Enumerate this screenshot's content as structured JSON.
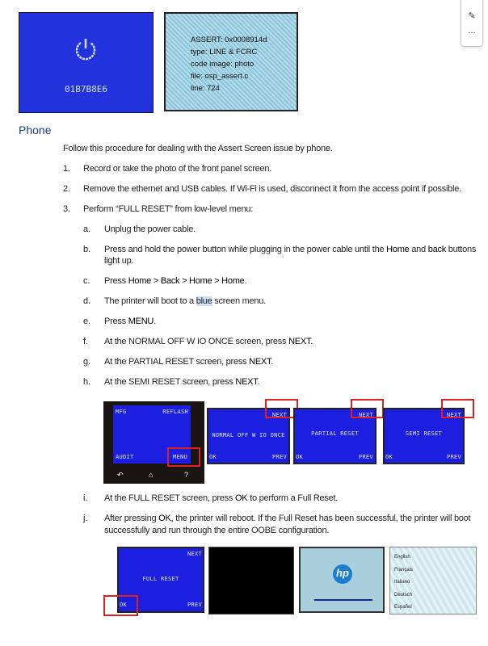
{
  "images_top": {
    "power_screen_code": "01B7B8E6",
    "assert_lines": [
      "ASSERT: 0x0008914d",
      "type: LINE & FCRC",
      "code image: photo",
      "file: osp_assert.c",
      "line: 724"
    ]
  },
  "toolbar": {
    "annotate_icon": "pen-icon",
    "more_label": "..."
  },
  "heading": "Phone",
  "intro": "Follow this procedure for dealing with the Assert Screen issue by phone.",
  "steps": [
    {
      "num": "1.",
      "text": "Record or take the photo of the front panel screen."
    },
    {
      "num": "2.",
      "text": "Remove the ethernet and USB cables. If Wi-Fi is used, disconnect it from the access point if possible."
    },
    {
      "num": "3.",
      "text": "Perform “FULL RESET” from low-level menu:"
    }
  ],
  "substeps": {
    "a": {
      "letter": "a.",
      "text": "Unplug the power cable."
    },
    "b": {
      "letter": "b.",
      "pre": "Press and hold the power button while plugging in the power cable until the ",
      "home": "Home",
      "mid": " and ",
      "back": "back",
      "post": " buttons",
      "line2": "light up."
    },
    "c": {
      "letter": "c.",
      "pre": "Press ",
      "path": "Home > Back > Home > Home",
      "post": "."
    },
    "d": {
      "letter": "d.",
      "pre": "The printer will boot to a ",
      "highlight": "blue",
      "post": " screen menu."
    },
    "e": {
      "letter": "e.",
      "pre": "Press ",
      "key": "MENU",
      "post": "."
    },
    "f": {
      "letter": "f.",
      "pre": "At the NORMAL OFF W IO ONCE screen, press ",
      "key": "NEXT",
      "post": "."
    },
    "g": {
      "letter": "g.",
      "pre": "At the PARTIAL RESET screen, press ",
      "key": "NEXT",
      "post": "."
    },
    "h": {
      "letter": "h.",
      "pre": "At the SEMI RESET screen, press ",
      "key": "NEXT",
      "post": "."
    },
    "i": {
      "letter": "i.",
      "pre": "At the FULL RESET screen, press ",
      "key": "OK",
      "post": " to perform a Full Reset."
    },
    "j": {
      "letter": "j.",
      "pre": "After pressing ",
      "key": "OK",
      "post": ", the printer will reboot. If the Full Reset has been successful, the printer will boot",
      "line2": "successfully and run through the entire OOBE configuration."
    }
  },
  "screens_row1": {
    "menu": {
      "tl": "MFG",
      "tr": "REFLASH",
      "bl": "AUDIT",
      "br": "MENU"
    },
    "normal": {
      "tr": "NEXT",
      "center": "NORMAL OFF W IO ONCE",
      "bl": "OK",
      "br": "PREV"
    },
    "partial": {
      "tr": "NEXT",
      "center": "PARTIAL RESET",
      "bl": "OK",
      "br": "PREV"
    },
    "semi": {
      "tr": "NEXT",
      "center": "SEMI RESET",
      "bl": "OK",
      "br": "PREV"
    }
  },
  "screens_row2": {
    "full": {
      "tr": "NEXT",
      "center": "FULL RESET",
      "bl": "OK",
      "br": "PREV"
    },
    "hp_logo": "hp",
    "languages": [
      "English",
      "Français",
      "Italiano",
      "Deutsch",
      "Español"
    ]
  },
  "colors": {
    "screen_blue": "#1c1ee0",
    "highlight_red": "#e02020",
    "heading": "#1a3c8c"
  }
}
